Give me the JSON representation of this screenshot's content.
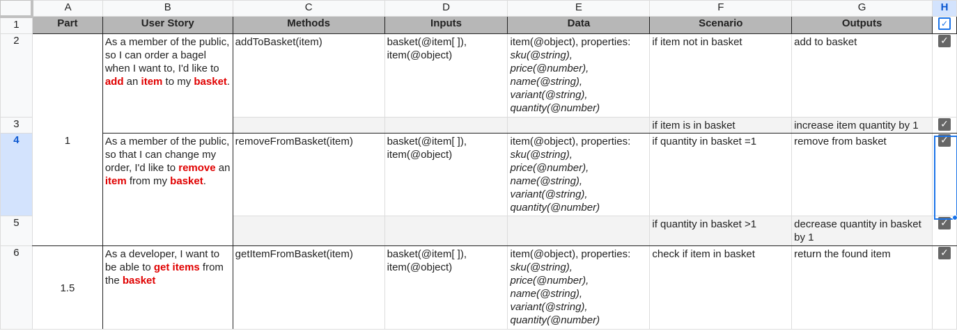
{
  "column_headers": [
    "A",
    "B",
    "C",
    "D",
    "E",
    "F",
    "G",
    "H"
  ],
  "row_numbers": [
    "1",
    "2",
    "3",
    "4",
    "5",
    "6"
  ],
  "table_headers": {
    "part": "Part",
    "user_story": "User Story",
    "methods": "Methods",
    "inputs": "Inputs",
    "data": "Data",
    "scenario": "Scenario",
    "outputs": "Outputs"
  },
  "header_checkbox": "checked",
  "rows": {
    "part_1": "1",
    "part_15": "1.5",
    "story1": {
      "t1": "As a member of the public, so I can order a bagel when I want to, I'd like to ",
      "k1": "add",
      "t2": " an ",
      "k2": "item",
      "t3": " to my ",
      "k3": "basket",
      "t4": "."
    },
    "story2": {
      "t1": "As a member of the public, so that I can change my order, I'd like to ",
      "k1": "remove",
      "t2": " an ",
      "k2": "item",
      "t3": " from my ",
      "k3": "basket",
      "t4": "."
    },
    "story3": {
      "t1": "As a developer, I want to be able to ",
      "k1": "get items",
      "t2": " from the ",
      "k2": "basket"
    },
    "method_add": "addToBasket(item)",
    "method_remove": "removeFromBasket(item)",
    "method_get": "getItemFromBasket(item)",
    "inputs": "basket(@item[ ]), item(@object)",
    "data": {
      "lead": "item(@object), properties:",
      "props": "sku(@string), price(@number), name(@string), variant(@string), quantity(@number)"
    },
    "scenarios": [
      "if item not in basket",
      "if item is in basket",
      "if quantity in basket =1",
      "if quantity in basket >1",
      "check if item in basket"
    ],
    "outputs": [
      "add to basket",
      "increase item quantity by 1",
      "remove from basket",
      "decrease quantity in basket by 1",
      "return the found item"
    ]
  },
  "checkbox_mark": "✓"
}
